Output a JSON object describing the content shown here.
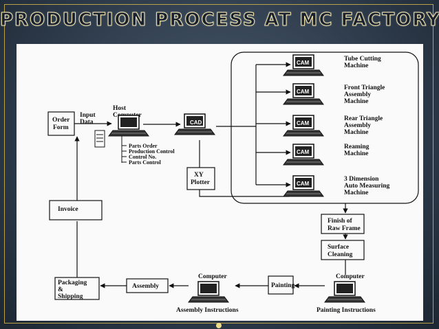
{
  "title": "PRODUCTION PROCESS AT MC FACTORY",
  "boxes": {
    "order_form": "Order Form",
    "xy_plotter": "XY Plotter",
    "invoice": "Invoice",
    "finish_raw_frame": "Finish of Raw Frame",
    "surface_cleaning": "Surface Cleaning",
    "painting": "Painting",
    "assembly": "Assembly",
    "packaging": "Packaging & Shipping"
  },
  "labels": {
    "input_data": "Input Data",
    "host_computer": "Host Computer",
    "host_outputs": [
      "Parts Order",
      "Production Control",
      "Control No.",
      "Parts Control"
    ],
    "cad": "CAD",
    "cam": "CAM",
    "computer_right": "Computer",
    "computer_left": "Computer",
    "painting_instructions": "Painting Instructions",
    "assembly_instructions": "Assembly Instructions"
  },
  "machines": [
    "Tube Cutting Machine",
    "Front Triangle Assembly Machine",
    "Rear Triangle Assembly Machine",
    "Reaming Machine",
    "3 Dimension Auto Measuring Machine"
  ]
}
